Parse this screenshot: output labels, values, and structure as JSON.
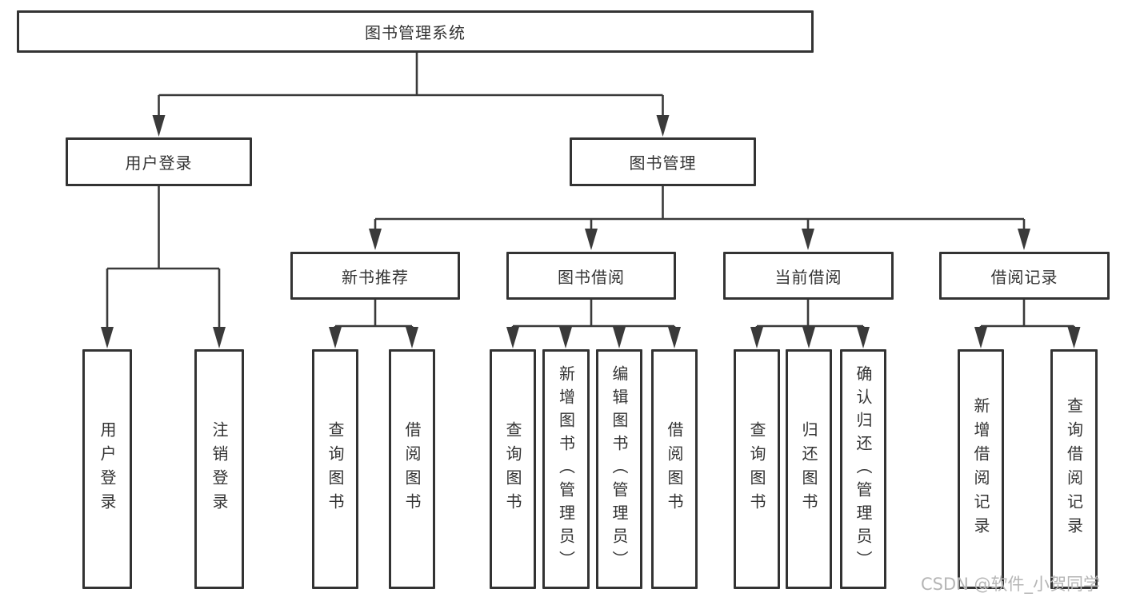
{
  "diagram": {
    "root": {
      "label": "图书管理系统"
    },
    "branches": [
      {
        "label": "用户登录",
        "children": [
          {
            "label": "用户登录"
          },
          {
            "label": "注销登录"
          }
        ]
      },
      {
        "label": "图书管理",
        "children": [
          {
            "label": "新书推荐",
            "children": [
              {
                "label": "查询图书"
              },
              {
                "label": "借阅图书"
              }
            ]
          },
          {
            "label": "图书借阅",
            "children": [
              {
                "label": "查询图书"
              },
              {
                "label": "新增图书（管理员）"
              },
              {
                "label": "编辑图书（管理员）"
              },
              {
                "label": "借阅图书"
              }
            ]
          },
          {
            "label": "当前借阅",
            "children": [
              {
                "label": "查询图书"
              },
              {
                "label": "归还图书"
              },
              {
                "label": "确认归还（管理员）"
              }
            ]
          },
          {
            "label": "借阅记录",
            "children": [
              {
                "label": "新增借阅记录"
              },
              {
                "label": "查询借阅记录"
              }
            ]
          }
        ]
      }
    ]
  },
  "watermark": {
    "text": "CSDN @软件_小贺同学"
  },
  "colors": {
    "line": "#3a3a3a",
    "border": "#333333",
    "text": "#333333",
    "watermark": "#b5b5b5",
    "background": "#ffffff"
  }
}
